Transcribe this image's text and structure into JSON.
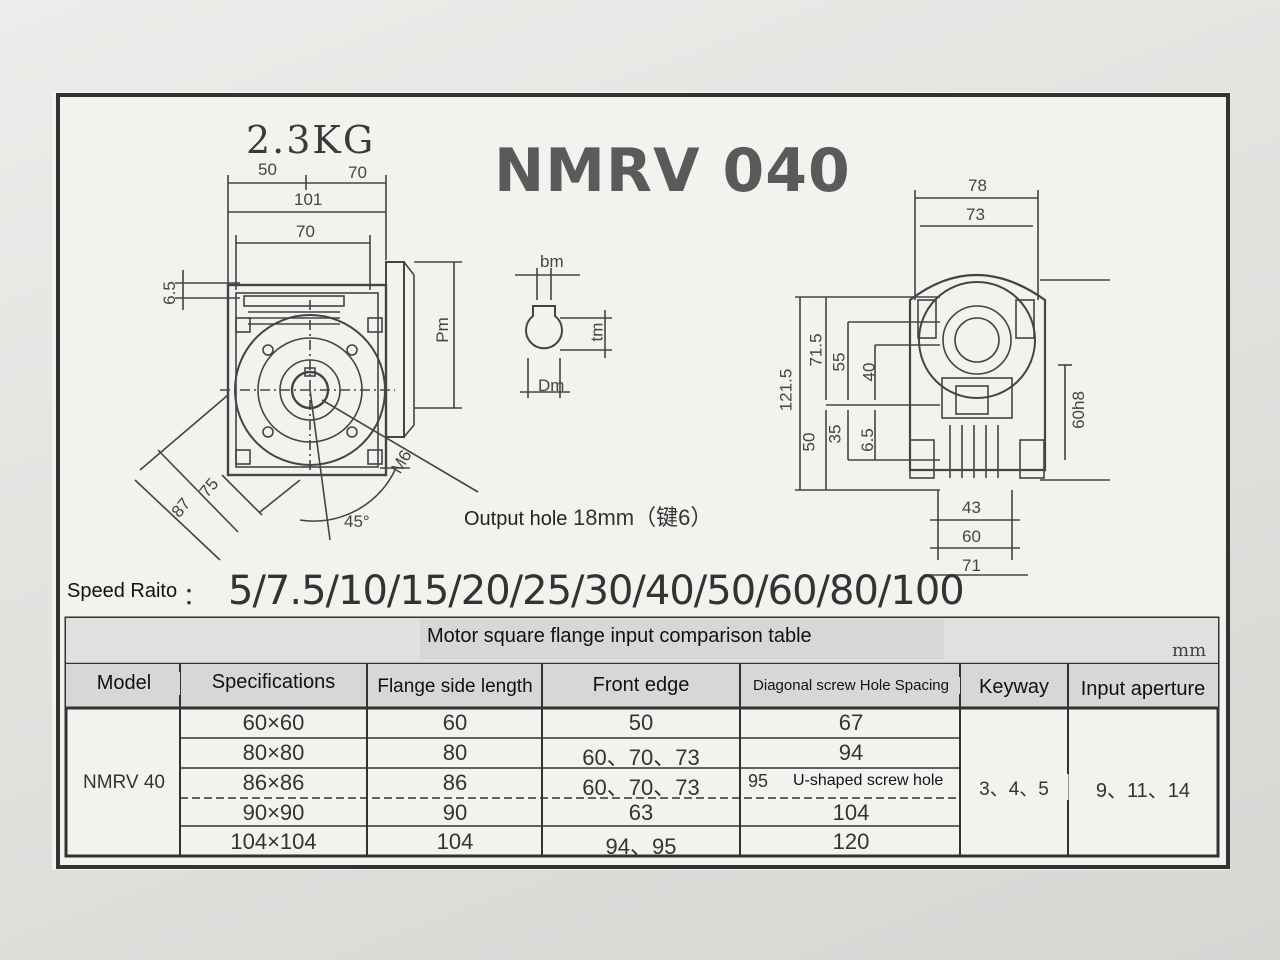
{
  "header": {
    "weight": "2.3KG",
    "model": "NMRV 040"
  },
  "drawing": {
    "left_view": {
      "dims": [
        "50",
        "70",
        "101",
        "70",
        "6.5",
        "Pm",
        "75",
        "87",
        "M6",
        "45°"
      ]
    },
    "key_detail": {
      "labels": [
        "bm",
        "tm",
        "Dm"
      ]
    },
    "side_view": {
      "dims": [
        "78",
        "73",
        "71.5",
        "55",
        "40",
        "121.5",
        "50",
        "35",
        "6.5",
        "60h8",
        "43",
        "60",
        "71"
      ]
    },
    "output_hole": {
      "label": "Output hole",
      "value": "18mm（键6）"
    }
  },
  "speed_ratio": {
    "label": "Speed Raito",
    "colon": "：",
    "values": "5/7.5/10/15/20/25/30/40/50/60/80/100"
  },
  "table": {
    "title": "Motor square flange input comparison table",
    "unit": "mm",
    "headers": [
      "Model",
      "Specifications",
      "Flange side length",
      "Front edge",
      "Diagonal screw Hole Spacing",
      "Keyway",
      "Input aperture"
    ],
    "model": "NMRV 40",
    "rows": [
      {
        "spec": "60×60",
        "flange": "60",
        "front": "50",
        "diag": "67"
      },
      {
        "spec": "80×80",
        "flange": "80",
        "front": "60、70、73",
        "diag": "94"
      },
      {
        "spec": "86×86",
        "flange": "86",
        "front": "60、70、73",
        "diag": "95"
      },
      {
        "spec": "90×90",
        "flange": "90",
        "front": "63",
        "diag": "104"
      },
      {
        "spec": "104×104",
        "flange": "104",
        "front": "94、95",
        "diag": "120"
      }
    ],
    "u_shaped_note": "U-shaped screw hole",
    "keyway": "3、4、5",
    "input_aperture": "9、11、14"
  },
  "colors": {
    "paper": "#f2f2ef",
    "ink": "#3a3a3a",
    "header_band": "#d7d7d5",
    "frame": "#333333"
  }
}
